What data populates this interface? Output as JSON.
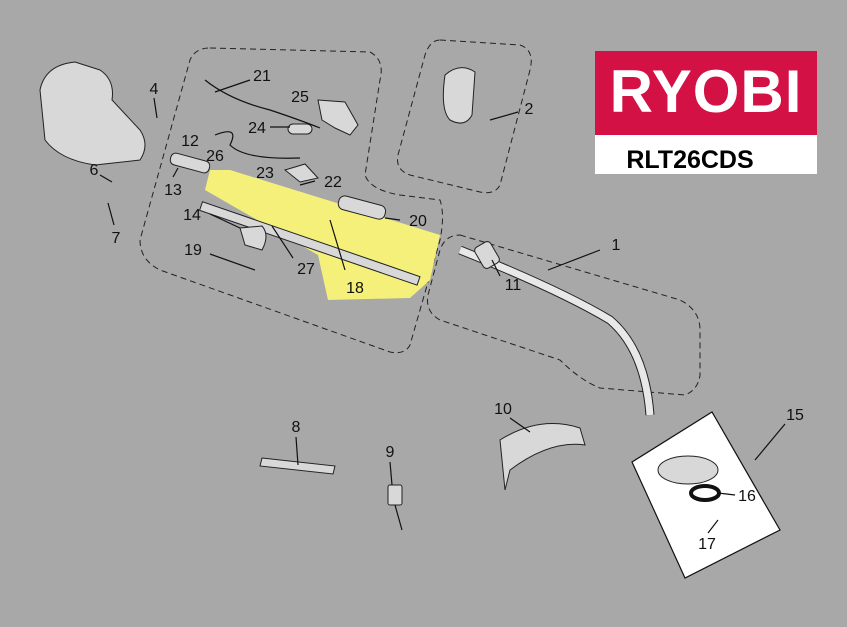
{
  "logo": {
    "brand": "RYOBI",
    "model": "RLT26CDS",
    "brand_color": "#d31145"
  },
  "highlight_color": "#f5f07a",
  "callouts": [
    "1",
    "2",
    "4",
    "6",
    "7",
    "8",
    "9",
    "10",
    "11",
    "12",
    "13",
    "14",
    "15",
    "16",
    "17",
    "18",
    "19",
    "20",
    "21",
    "22",
    "23",
    "24",
    "25",
    "26",
    "27"
  ]
}
